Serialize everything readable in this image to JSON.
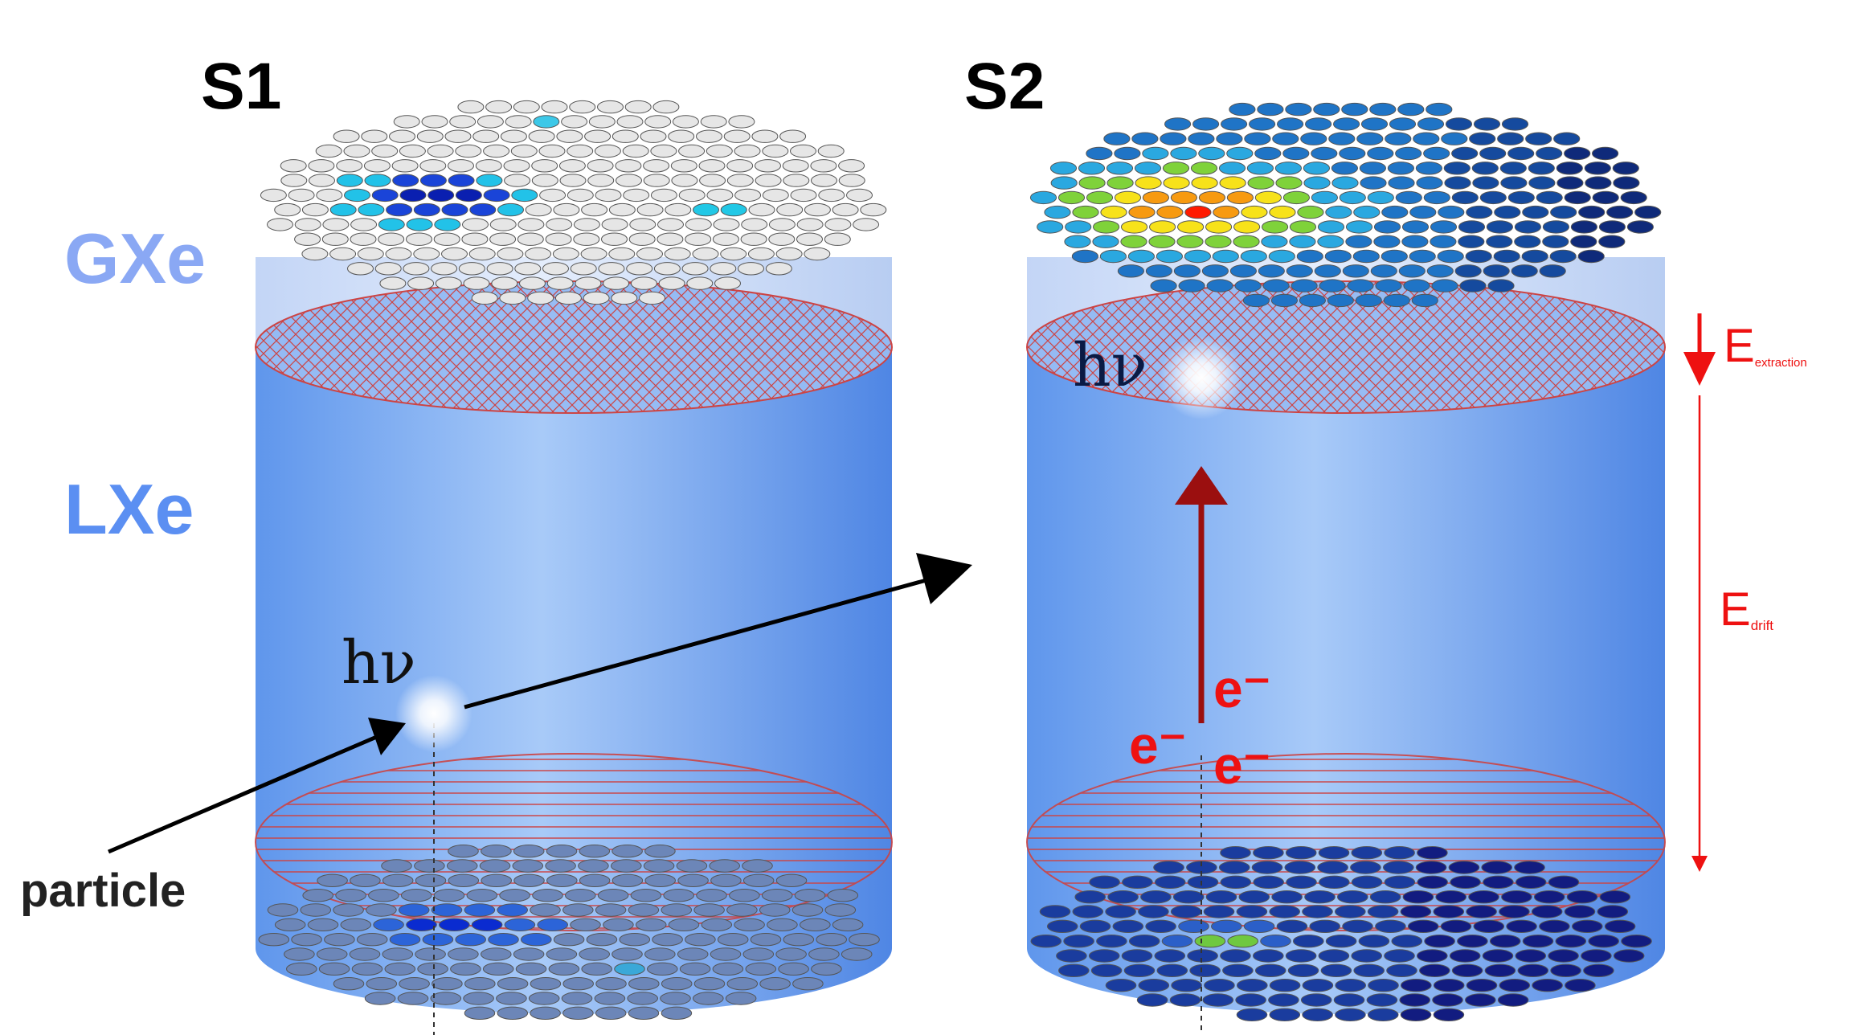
{
  "panels": {
    "s1": {
      "title": "S1"
    },
    "s2": {
      "title": "S2"
    }
  },
  "phases": {
    "gas": "GXe",
    "liquid": "LXe"
  },
  "labels": {
    "particle": "particle",
    "photon_s1": "hν",
    "photon_s2": "hν",
    "electron": "e⁻",
    "field_extraction_symbol": "E",
    "field_extraction_subscript": "extraction",
    "field_drift_symbol": "E",
    "field_drift_subscript": "drift"
  },
  "colors": {
    "liquid_xenon": "#6fa4f2",
    "gas_xenon": "#cfdcf8",
    "phase_label": "#5b8ff2",
    "field_arrow": "#ee1111",
    "electron_track": "#9b0f0f",
    "grid_mesh": "#cc4444",
    "pmt_off": "#e6e6e6"
  },
  "icons": {
    "pmt_array": "pmt-disc-icon",
    "interaction_flash": "light-flash-icon"
  }
}
